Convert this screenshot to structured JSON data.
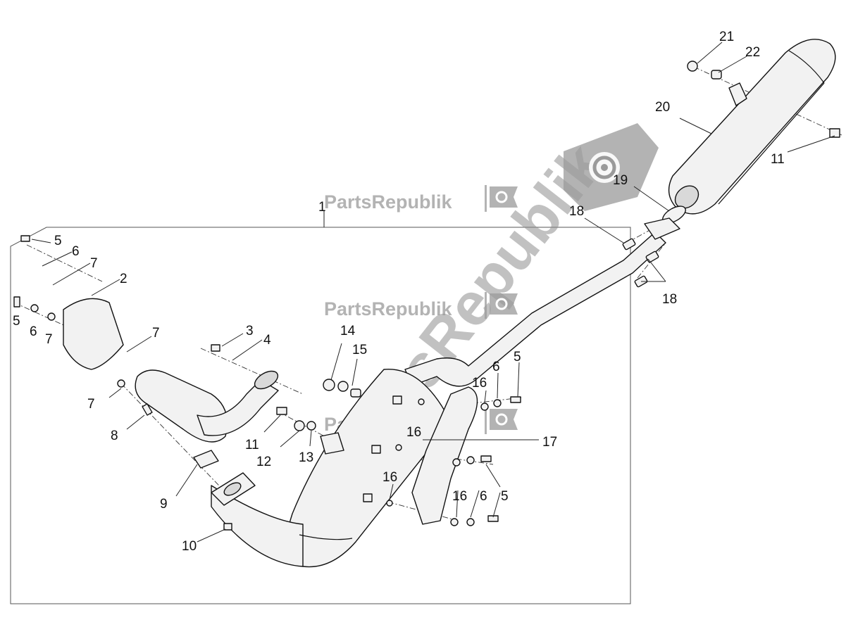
{
  "watermark": {
    "brand": "PartsRepublik",
    "brand_split": "PartsRepublik"
  },
  "callouts": [
    {
      "id": "c1",
      "text": "1"
    },
    {
      "id": "c2",
      "text": "2"
    },
    {
      "id": "c3",
      "text": "3"
    },
    {
      "id": "c4",
      "text": "4"
    },
    {
      "id": "c5a",
      "text": "5"
    },
    {
      "id": "c5b",
      "text": "5"
    },
    {
      "id": "c5c",
      "text": "5"
    },
    {
      "id": "c5d",
      "text": "5"
    },
    {
      "id": "c6a",
      "text": "6"
    },
    {
      "id": "c6b",
      "text": "6"
    },
    {
      "id": "c6c",
      "text": "6"
    },
    {
      "id": "c6d",
      "text": "6"
    },
    {
      "id": "c7a",
      "text": "7"
    },
    {
      "id": "c7b",
      "text": "7"
    },
    {
      "id": "c7c",
      "text": "7"
    },
    {
      "id": "c7d",
      "text": "7"
    },
    {
      "id": "c8",
      "text": "8"
    },
    {
      "id": "c9",
      "text": "9"
    },
    {
      "id": "c10",
      "text": "10"
    },
    {
      "id": "c11a",
      "text": "11"
    },
    {
      "id": "c11b",
      "text": "11"
    },
    {
      "id": "c12",
      "text": "12"
    },
    {
      "id": "c13",
      "text": "13"
    },
    {
      "id": "c14",
      "text": "14"
    },
    {
      "id": "c15",
      "text": "15"
    },
    {
      "id": "c16a",
      "text": "16"
    },
    {
      "id": "c16b",
      "text": "16"
    },
    {
      "id": "c16c",
      "text": "16"
    },
    {
      "id": "c16d",
      "text": "16"
    },
    {
      "id": "c17",
      "text": "17"
    },
    {
      "id": "c18a",
      "text": "18"
    },
    {
      "id": "c18b",
      "text": "18"
    },
    {
      "id": "c19",
      "text": "19"
    },
    {
      "id": "c20",
      "text": "20"
    },
    {
      "id": "c21",
      "text": "21"
    },
    {
      "id": "c22",
      "text": "22"
    }
  ],
  "icons": [
    "gear-logo-icon"
  ]
}
